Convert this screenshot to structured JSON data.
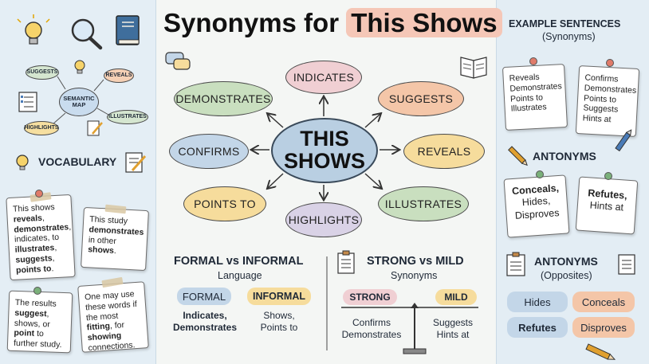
{
  "title": {
    "prefix": "Synonyms for",
    "highlight": "This Shows"
  },
  "left": {
    "map_center": "SEMANTIC MAP",
    "map_items": [
      "SUGGESTS",
      "REVEALS",
      "ILLUSTRATES",
      "HIGHLIGHTS"
    ],
    "vocab_heading": "VOCABULARY",
    "notes": [
      {
        "html": "This shows <b>reveals</b>, <b>demonstrates</b>, indicates, to <b>illustrates</b>, <b>suggests</b>, <b>points to</b>."
      },
      {
        "html": "This study <b>demonstrates</b> in other <b>shows</b>."
      },
      {
        "html": "The results <b>suggest</b>, shows, or <b>point</b> to further study."
      },
      {
        "html": "One may use these words if the most <b>fitting</b>, for <b>showing</b> connections."
      }
    ]
  },
  "center": {
    "core": {
      "line1": "THIS",
      "line2": "SHOWS"
    },
    "synonyms": {
      "indicates": "INDICATES",
      "demonstrates": "DEMONSTRATES",
      "suggests": "SUGGESTS",
      "confirms": "CONFIRMS",
      "reveals": "REVEALS",
      "points_to": "POINTS TO",
      "illustrates": "ILLUSTRATES",
      "highlights": "HIGHLIGHTS"
    },
    "formal": {
      "heading": "FORMAL vs INFORMAL",
      "sub": "Language",
      "formal_label": "FORMAL",
      "informal_label": "INFORMAL",
      "formal_words": "Indicates,\nDemonstrates",
      "informal_words": "Shows,\nPoints to"
    },
    "strong": {
      "heading": "STRONG vs MILD",
      "sub": "Synonyms",
      "strong_label": "STRONG",
      "mild_label": "MILD",
      "strong_words": "Confirms\nDemonstrates",
      "mild_words": "Suggests\nHints at"
    }
  },
  "right": {
    "example_heading": "EXAMPLE SENTENCES",
    "example_sub": "(Synonyms)",
    "example_notes": [
      "Reveals\nDemonstrates\nPoints to\nIllustrates",
      "Confirms\nDemonstrates\nPoints to\nSuggests\nHints at"
    ],
    "antonyms_heading": "ANTONYMS",
    "antonym_notes": [
      {
        "html": "<b>Conceals,</b><br>Hides,<br>Disproves"
      },
      {
        "html": "<b>Refutes,</b><br>Hints at"
      }
    ],
    "opposites_heading": "ANTONYMS",
    "opposites_sub": "(Opposites)",
    "opposites": [
      "Hides",
      "Conceals",
      "Refutes",
      "Disproves"
    ]
  },
  "colors": {
    "blue": "#c3d6e8",
    "peach": "#f4c6a8",
    "green": "#c9dfbf",
    "yellow": "#f6dc9c",
    "lavender": "#d9d2e6",
    "pink": "#f0cfd3"
  }
}
